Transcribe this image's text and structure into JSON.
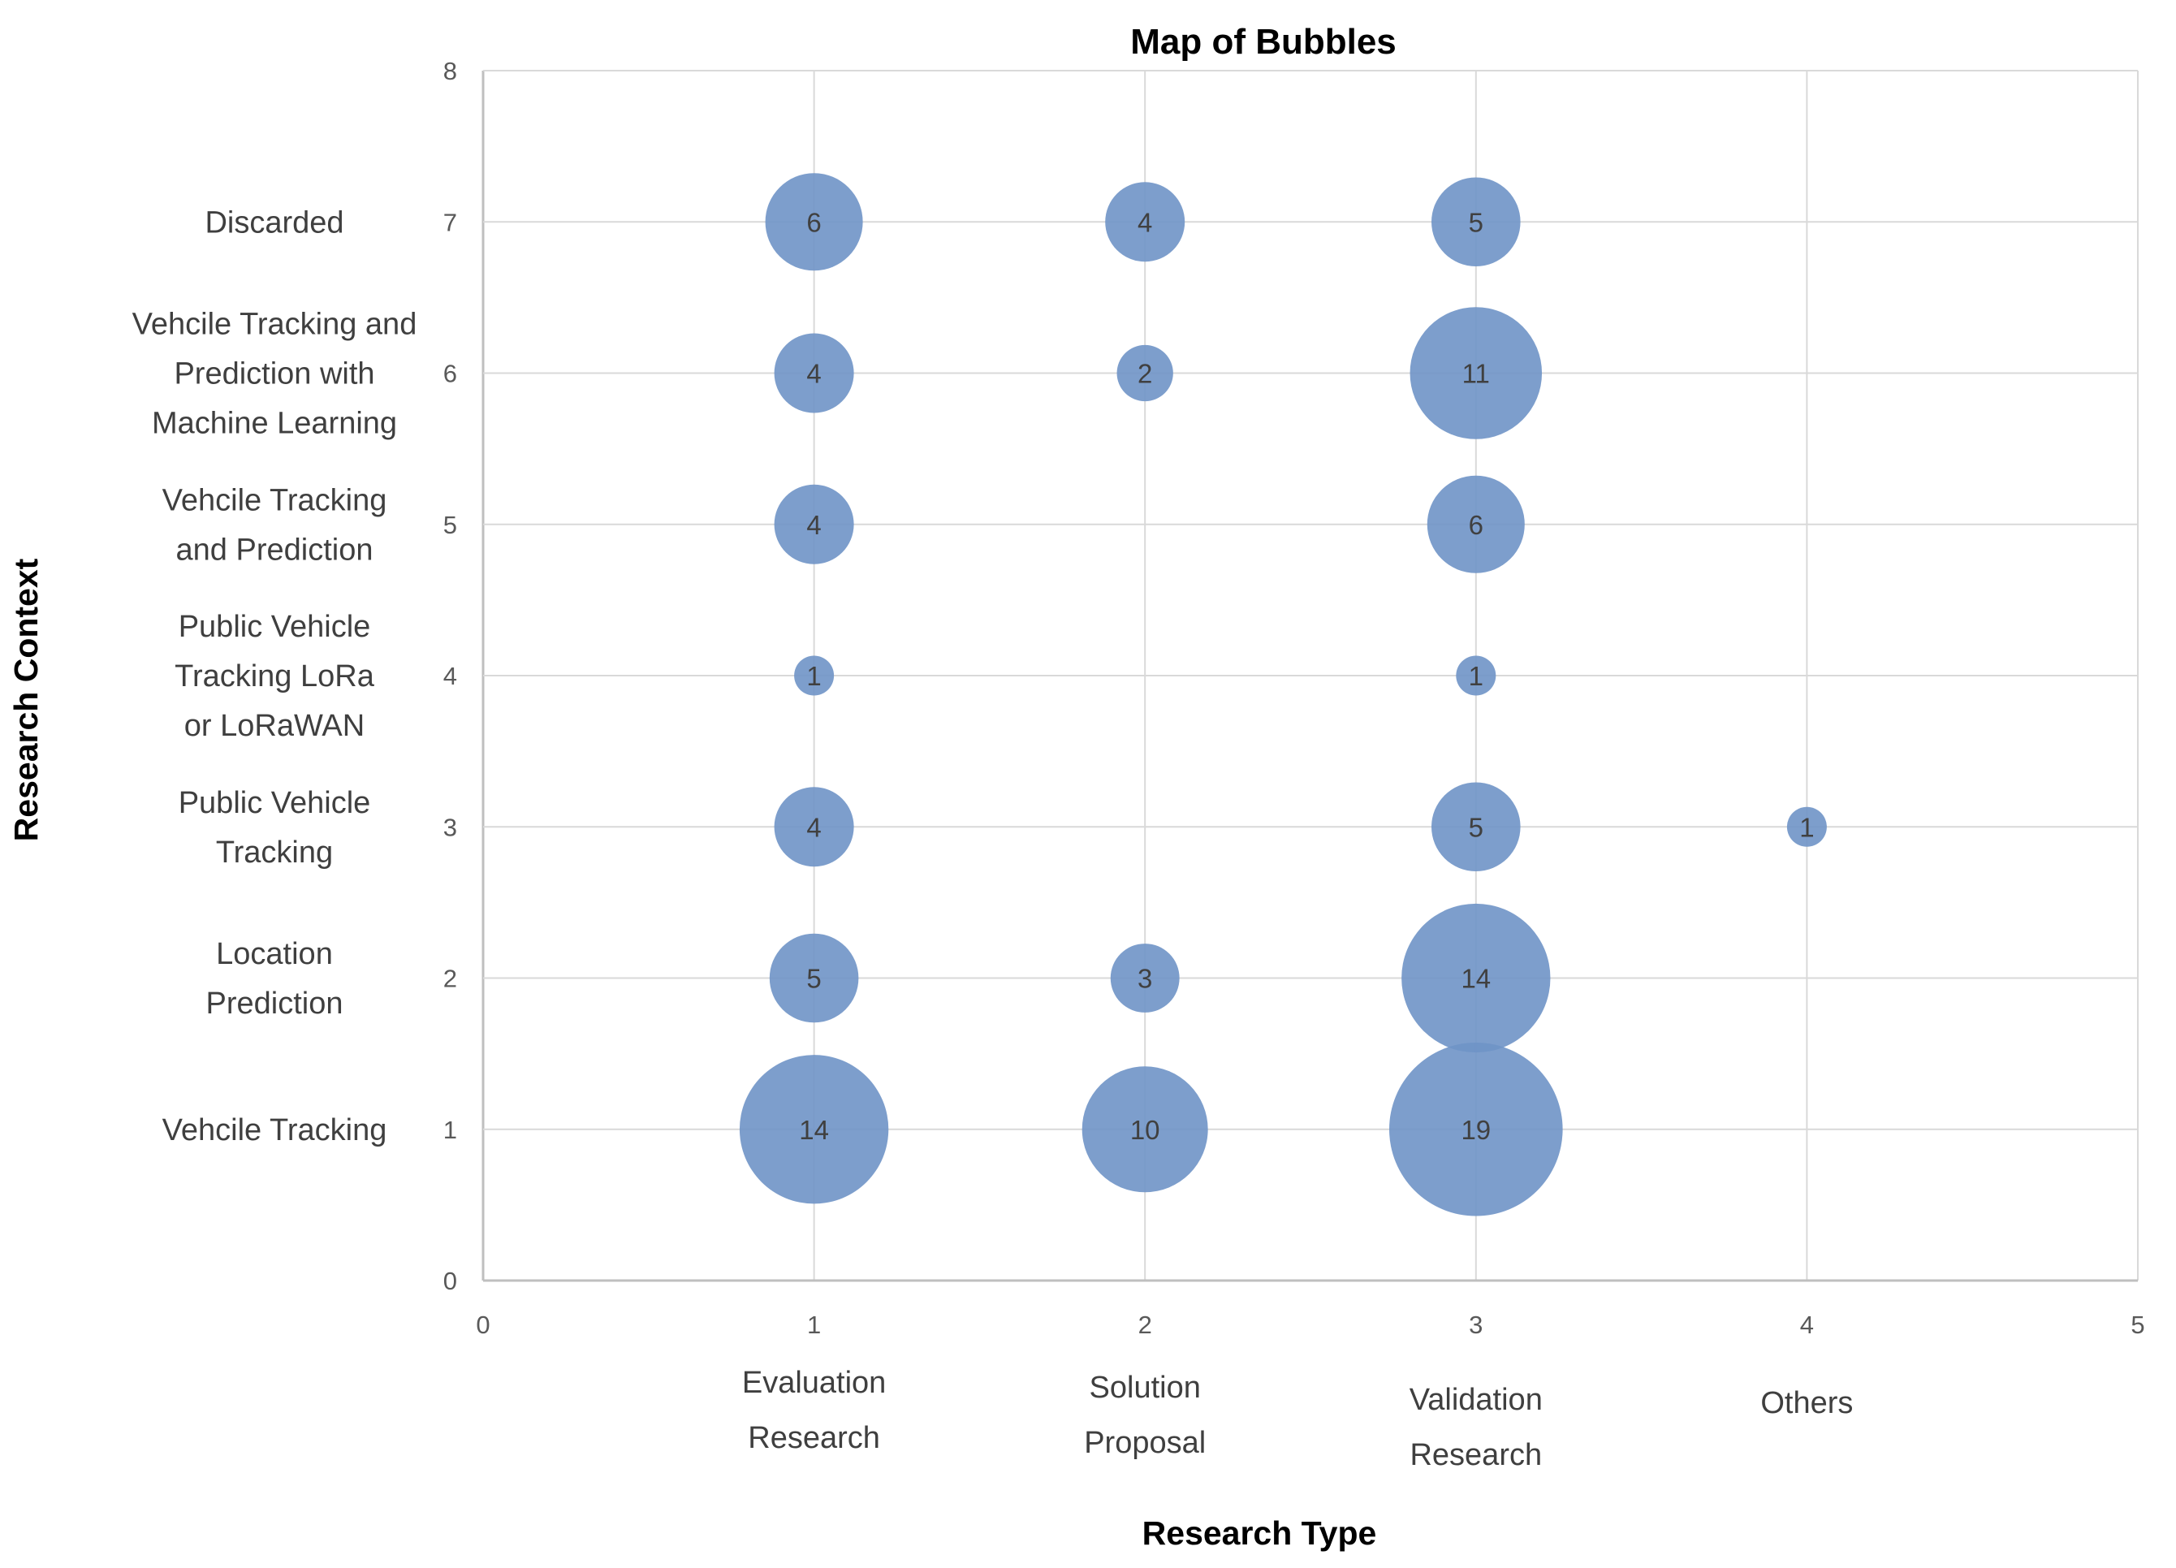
{
  "page": {
    "background": "#FFFFFF"
  },
  "chart_data": {
    "type": "bubble",
    "title": "Map of Bubbles",
    "xlabel": "Research Type",
    "ylabel": "Research Context",
    "xlim": [
      0,
      5
    ],
    "ylim": [
      0,
      8
    ],
    "x_ticks": [
      0,
      1,
      2,
      3,
      4,
      5
    ],
    "y_ticks": [
      0,
      1,
      2,
      3,
      4,
      5,
      6,
      7,
      8
    ],
    "grid": true,
    "legend": false,
    "colors": {
      "bubble_fill": "#6F94C7",
      "bubble_opacity": 0.9,
      "bubble_label": "#404040",
      "tick_label": "#595959",
      "category_label": "#3F3F3F",
      "grid_line": "#D9D9D9",
      "axis_line": "#BFBFBF",
      "title": "#1A1A1A"
    },
    "x_categories": [
      {
        "x": 1,
        "label": "Evaluation Research",
        "lines": [
          "Evaluation",
          "Research"
        ],
        "label_dy": 0
      },
      {
        "x": 2,
        "label": "Solution Proposal",
        "lines": [
          "Solution",
          "Proposal"
        ],
        "label_dy": 6
      },
      {
        "x": 3,
        "label": "Validation Research",
        "lines": [
          "Validation",
          "Research"
        ],
        "label_dy": 21
      },
      {
        "x": 4,
        "label": "Others",
        "lines": [
          "Others"
        ],
        "label_dy": 25
      }
    ],
    "y_categories": [
      {
        "y": 7,
        "label": "Discarded",
        "lines": [
          "Discarded"
        ]
      },
      {
        "y": 6,
        "label": "Vehcile Tracking and Prediction with Machine Learning",
        "lines": [
          "Vehcile Tracking and",
          "Prediction with",
          "Machine Learning"
        ]
      },
      {
        "y": 5,
        "label": "Vehcile Tracking and Prediction",
        "lines": [
          "Vehcile Tracking",
          "and Prediction"
        ]
      },
      {
        "y": 4,
        "label": "Public Vehicle Tracking LoRa or LoRaWAN",
        "lines": [
          "Public Vehicle",
          "Tracking LoRa",
          "or LoRaWAN"
        ]
      },
      {
        "y": 3,
        "label": "Public Vehicle Tracking",
        "lines": [
          "Public Vehicle",
          "Tracking"
        ]
      },
      {
        "y": 2,
        "label": "Location Prediction",
        "lines": [
          "Location",
          "Prediction"
        ]
      },
      {
        "y": 1,
        "label": "Vehcile Tracking",
        "lines": [
          "Vehcile Tracking"
        ]
      }
    ],
    "points": [
      {
        "x": 1,
        "y": 7,
        "value": 6
      },
      {
        "x": 2,
        "y": 7,
        "value": 4
      },
      {
        "x": 3,
        "y": 7,
        "value": 5
      },
      {
        "x": 1,
        "y": 6,
        "value": 4
      },
      {
        "x": 2,
        "y": 6,
        "value": 2
      },
      {
        "x": 3,
        "y": 6,
        "value": 11
      },
      {
        "x": 1,
        "y": 5,
        "value": 4
      },
      {
        "x": 3,
        "y": 5,
        "value": 6
      },
      {
        "x": 1,
        "y": 4,
        "value": 1
      },
      {
        "x": 3,
        "y": 4,
        "value": 1
      },
      {
        "x": 1,
        "y": 3,
        "value": 4
      },
      {
        "x": 3,
        "y": 3,
        "value": 5
      },
      {
        "x": 4,
        "y": 3,
        "value": 1
      },
      {
        "x": 1,
        "y": 2,
        "value": 5
      },
      {
        "x": 2,
        "y": 2,
        "value": 3
      },
      {
        "x": 3,
        "y": 2,
        "value": 14
      },
      {
        "x": 1,
        "y": 1,
        "value": 14
      },
      {
        "x": 2,
        "y": 1,
        "value": 10
      },
      {
        "x": 3,
        "y": 1,
        "value": 19
      }
    ]
  }
}
